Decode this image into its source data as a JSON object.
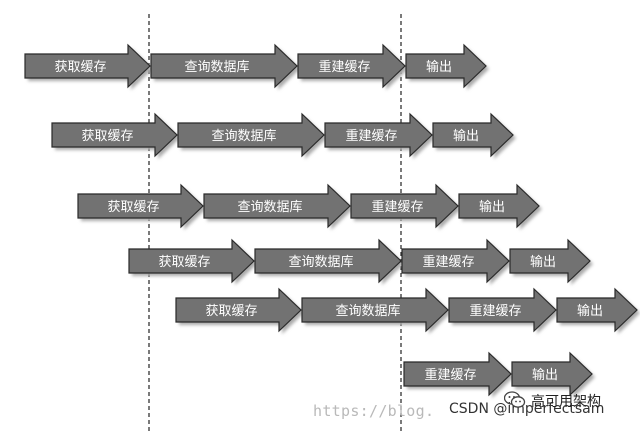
{
  "diagram": {
    "colors": {
      "arrow_fill": "#727272",
      "arrow_stroke": "#2a2a2a",
      "arrow_shadow": "#aaaaaa",
      "label": "#ffffff",
      "divider": "#333333"
    },
    "steps": {
      "get_cache": "获取缓存",
      "query_db": "查询数据库",
      "rebuild_cache": "重建缓存",
      "output": "输出"
    },
    "rows": [
      [
        "get_cache",
        "query_db",
        "rebuild_cache",
        "output"
      ],
      [
        "get_cache",
        "query_db",
        "rebuild_cache",
        "output"
      ],
      [
        "get_cache",
        "query_db",
        "rebuild_cache",
        "output"
      ],
      [
        "get_cache",
        "query_db",
        "rebuild_cache",
        "output"
      ],
      [
        "get_cache",
        "query_db",
        "rebuild_cache",
        "output"
      ],
      [
        "rebuild_cache",
        "output"
      ]
    ]
  },
  "watermark": {
    "url": "https://blog.",
    "csdn": "CSDN @imperfectsam",
    "brand": "高可用架构",
    "logo_icon": "wechat-logo-icon"
  }
}
